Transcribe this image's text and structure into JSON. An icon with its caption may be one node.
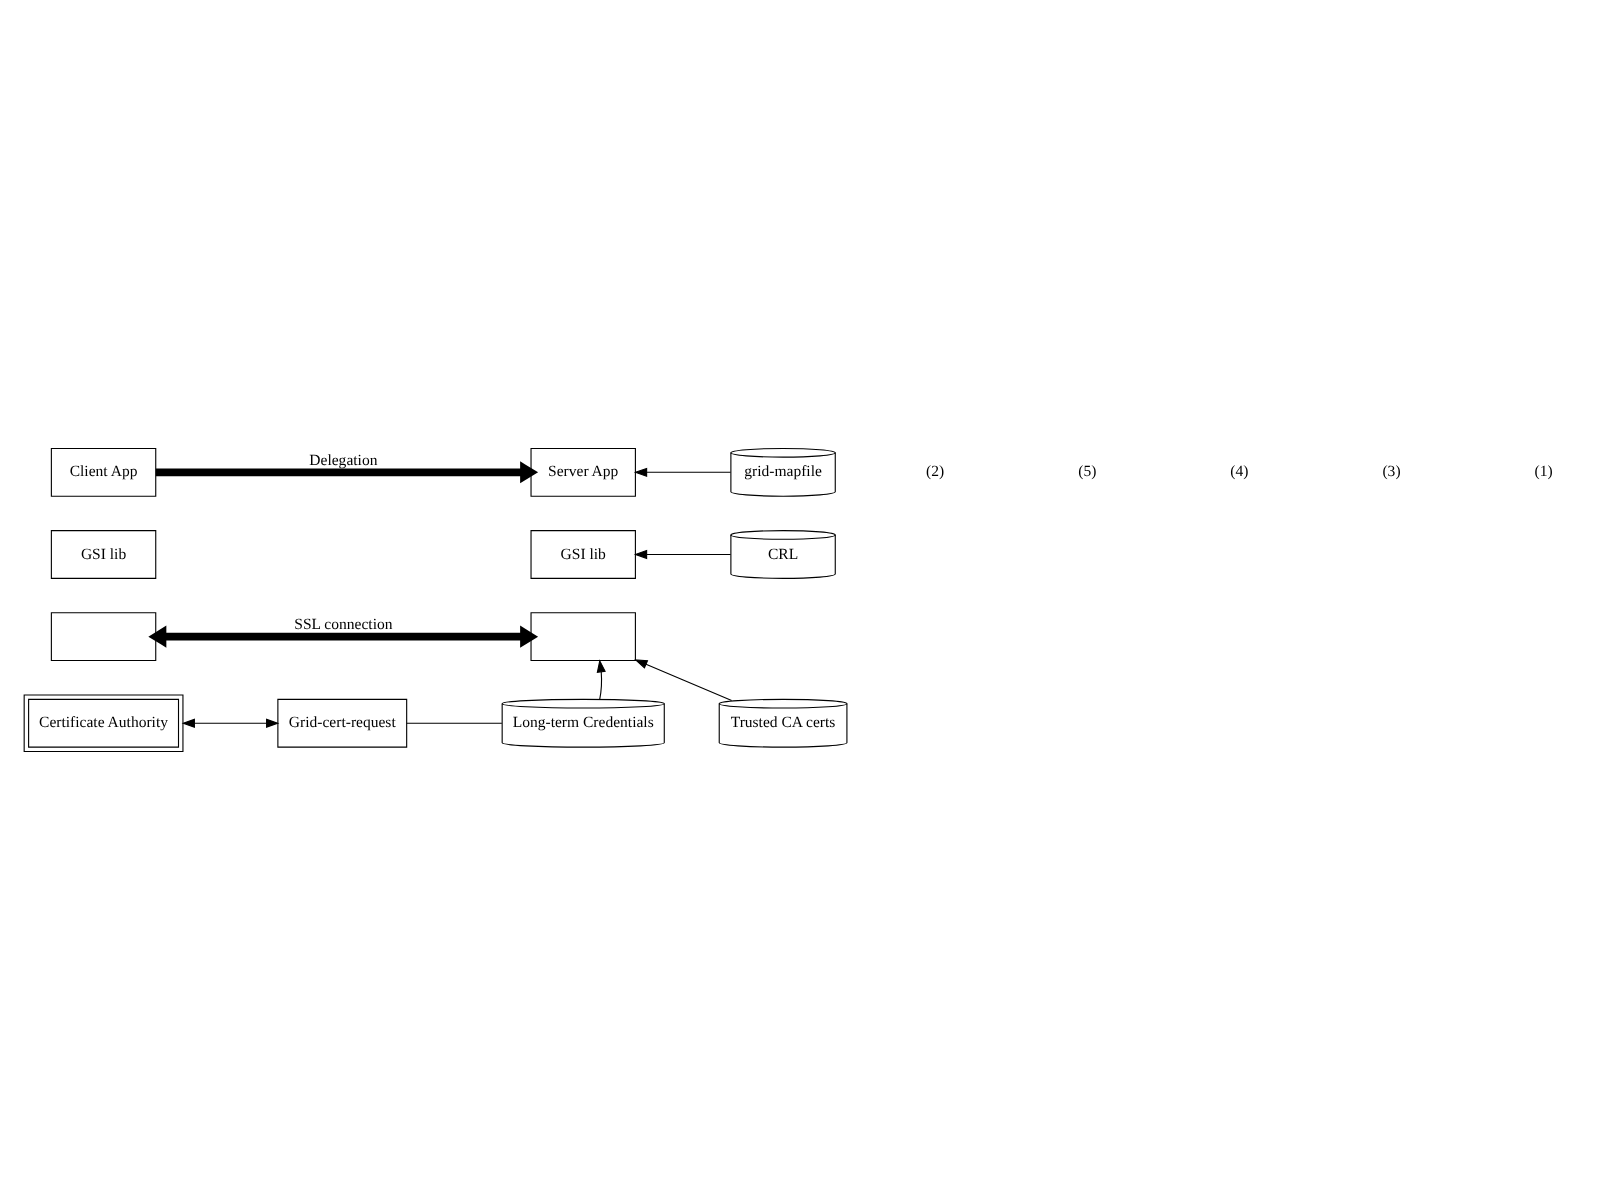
{
  "diagram": {
    "nodes": [
      {
        "text": [
          "Client App"
        ]
      },
      {
        "text": [
          "GSI lib"
        ]
      },
      {
        "text": [],
        "shape": "box"
      },
      {
        "text": [
          "Server App"
        ]
      },
      {
        "text": [
          "GSI lib"
        ]
      },
      {
        "text": [],
        "shape": "box"
      },
      {
        "text": [
          "grid-mapfile"
        ]
      },
      {
        "text": [
          "CRL"
        ]
      },
      {
        "text": [
          "Trusted CA certs"
        ]
      },
      {
        "text": [
          "Long-term Credentials"
        ]
      },
      {
        "text": [
          "Certificate Authority"
        ]
      },
      {
        "text": [
          "Grid-cert-request"
        ]
      }
    ],
    "edges": [
      {
        "from": 0,
        "to": 3,
        "arrow": "to",
        "label": "Delegation",
        "style": "thick"
      },
      {
        "from": 2,
        "to": 5,
        "arrow": "both",
        "label": "SSL connection",
        "style": "thick"
      },
      {
        "from": 6,
        "to": 3,
        "arrow": "to"
      },
      {
        "from": 7,
        "to": 4,
        "arrow": "to"
      },
      {
        "from": 8,
        "to": 5,
        "arrow": "to"
      },
      {
        "from": 9,
        "to": 5,
        "arrow": "to"
      },
      {
        "from": 10,
        "to": 11,
        "arrow": "both"
      },
      {
        "from": 11,
        "to": 9,
        "arrow": "none"
      }
    ],
    "labels": [
      "(2)",
      "(5)",
      "(4)",
      "(3)",
      "(1)"
    ]
  }
}
